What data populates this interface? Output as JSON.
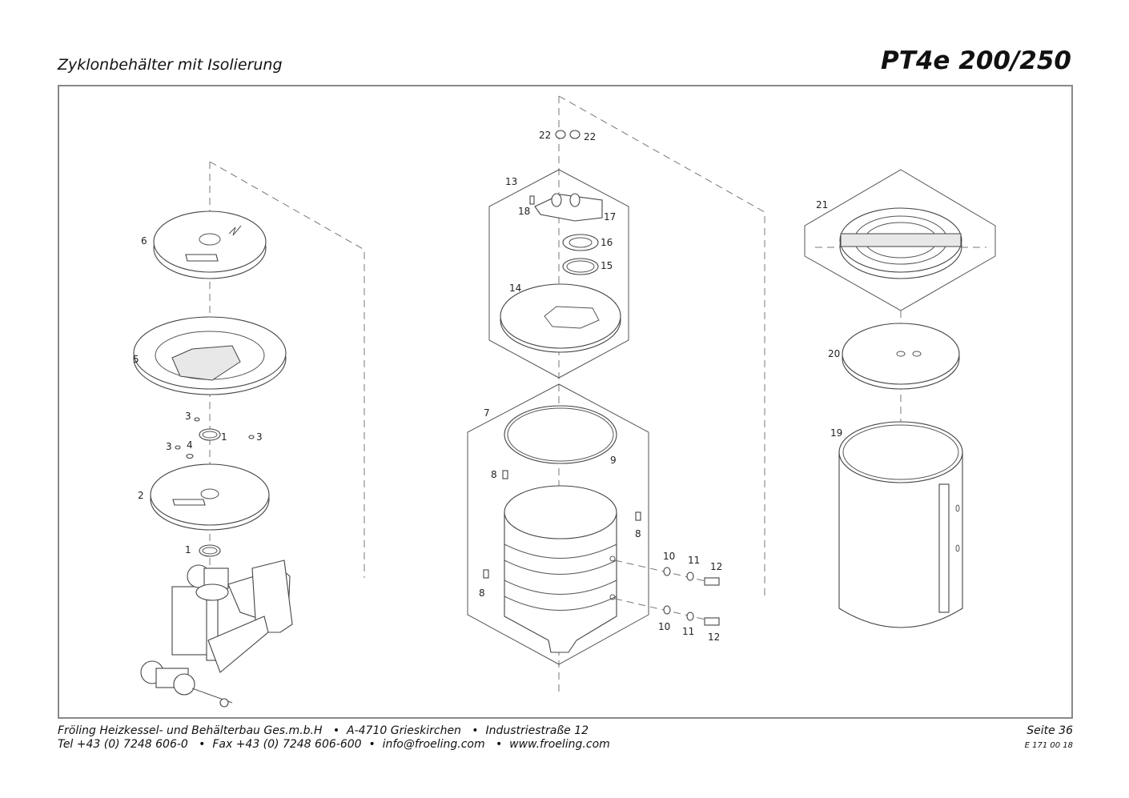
{
  "header": {
    "title": "Zyklonbehälter mit Isolierung",
    "model": "PT4e 200/250"
  },
  "footer": {
    "line1": "Fröling Heizkessel- und Behälterbau Ges.m.b.H   •  A-4710 Grieskirchen   •  Industriestraße 12",
    "line2": "Tel +43 (0) 7248 606-0   •  Fax +43 (0) 7248 606-600  •  info@froeling.com   •  www.froeling.com",
    "page": "Seite 36",
    "doc_code": "E 171 00 18"
  },
  "callouts": {
    "c1a": "1",
    "c1b": "1",
    "c2": "2",
    "c3a": "3",
    "c3b": "3",
    "c3c": "3",
    "c4": "4",
    "c5": "5",
    "c6": "6",
    "c7": "7",
    "c8a": "8",
    "c8b": "8",
    "c8c": "8",
    "c9": "9",
    "c10a": "10",
    "c10b": "10",
    "c11a": "11",
    "c11b": "11",
    "c12a": "12",
    "c12b": "12",
    "c13": "13",
    "c14": "14",
    "c15": "15",
    "c16": "16",
    "c17": "17",
    "c18": "18",
    "c19": "19",
    "c20": "20",
    "c21": "21",
    "c22a": "22",
    "c22b": "22"
  }
}
